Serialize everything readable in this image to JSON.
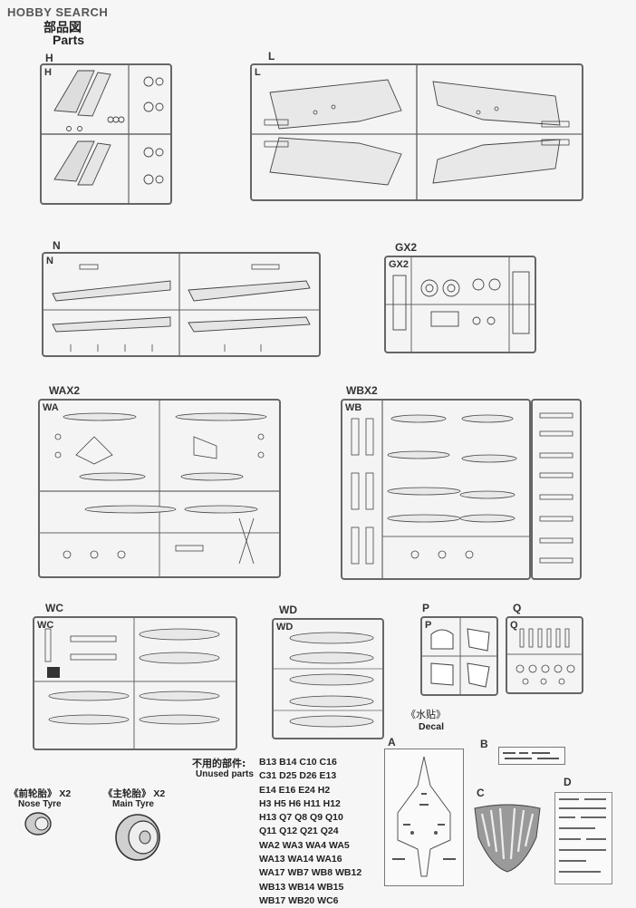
{
  "logo": {
    "hobby": "HOBBY",
    "search": "SEARCH"
  },
  "header": {
    "title_cn": "部品図",
    "title_en": "Parts"
  },
  "sprues": {
    "H": {
      "label": "H",
      "inner": "H"
    },
    "L": {
      "label": "L",
      "inner": "L"
    },
    "N": {
      "label": "N",
      "inner": "N"
    },
    "GX2": {
      "label": "GX2",
      "inner": "GX2"
    },
    "WAX2": {
      "label": "WAX2",
      "inner": "WA"
    },
    "WBX2": {
      "label": "WBX2",
      "inner": "WB"
    },
    "WC": {
      "label": "WC",
      "inner": "WC"
    },
    "WD": {
      "label": "WD",
      "inner": "WD"
    },
    "P": {
      "label": "P",
      "inner": "P"
    },
    "Q": {
      "label": "Q",
      "inner": "Q"
    }
  },
  "decal": {
    "title_cn": "《水贴》",
    "title_en": "Decal",
    "sheets": [
      "A",
      "B",
      "C",
      "D"
    ]
  },
  "unused": {
    "title_cn": "不用的部件:",
    "title_en": "Unused parts",
    "lines": [
      "B13  B14  C10  C16",
      "C31  D25  D26  E13",
      "E14  E16  E24  H2",
      "H3  H5  H6  H11  H12",
      "H13  Q7  Q8  Q9  Q10",
      "Q11  Q12  Q21  Q24",
      "WA2  WA3  WA4  WA5",
      "WA13  WA14  WA16",
      "WA17  WB7  WB8  WB12",
      "WB13  WB14  WB15",
      "WB17  WB20  WC6"
    ]
  },
  "tyres": {
    "nose": {
      "cn": "《前轮胎》",
      "qty": "X2",
      "en": "Nose Tyre"
    },
    "main": {
      "cn": "《主轮胎》",
      "qty": "X2",
      "en": "Main Tyre"
    }
  }
}
